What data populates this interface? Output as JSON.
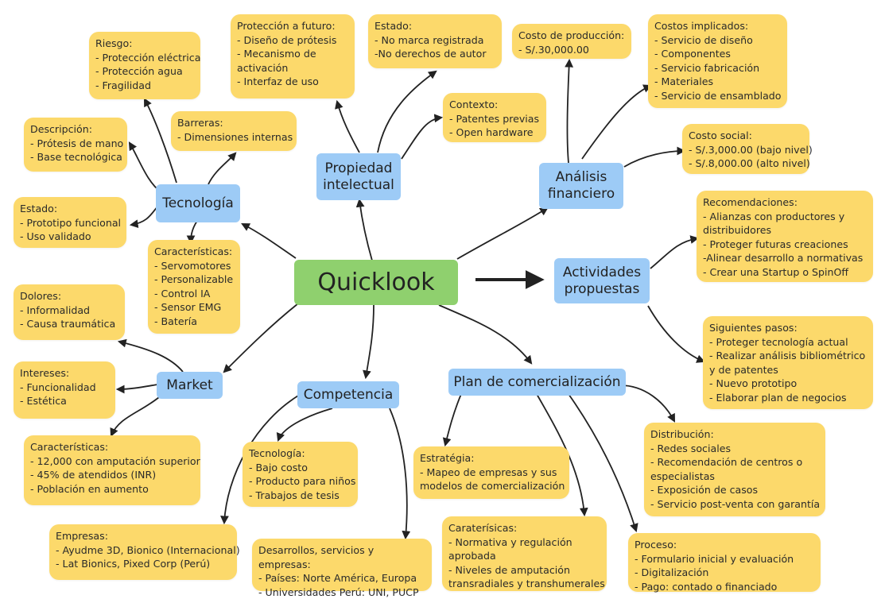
{
  "center": {
    "label": "Quicklook"
  },
  "nodes": {
    "propiedad": {
      "line1": "Propiedad",
      "line2": "intelectual"
    },
    "tecnologia": {
      "label": "Tecnología"
    },
    "analisis": {
      "line1": "Análisis",
      "line2": "financiero"
    },
    "actividades": {
      "line1": "Actividades",
      "line2": "propuestas"
    },
    "market": {
      "label": "Market"
    },
    "competencia": {
      "label": "Competencia"
    },
    "plan": {
      "label": "Plan de comercialización"
    }
  },
  "notes": {
    "proteccion": {
      "title": "Protección a futuro:",
      "items": [
        "- Diseño de prótesis",
        "- Mecanismo de",
        "activación",
        "- Interfaz de uso"
      ]
    },
    "estado_pi": {
      "title": "Estado:",
      "items": [
        "- No marca registrada",
        "-No derechos de autor"
      ]
    },
    "costo_prod": {
      "title": "Costo de producción:",
      "items": [
        "- S/.30,000.00"
      ]
    },
    "costos_impl": {
      "title": "Costos implicados:",
      "items": [
        "- Servicio de diseño",
        "- Componentes",
        "- Servicio fabricación",
        "- Materiales",
        "- Servicio de ensamblado"
      ]
    },
    "riesgo": {
      "title": "Riesgo:",
      "items": [
        "- Protección eléctrica",
        "- Protección agua",
        "- Fragilidad"
      ]
    },
    "contexto": {
      "title": "Contexto:",
      "items": [
        "- Patentes previas",
        "- Open hardware"
      ]
    },
    "descripcion": {
      "title": "Descripción:",
      "items": [
        "- Prótesis de mano",
        "- Base tecnológica"
      ]
    },
    "barreras": {
      "title": "Barreras:",
      "items": [
        "- Dimensiones internas"
      ]
    },
    "costo_social": {
      "title": "Costo social:",
      "items": [
        "- S/.3,000.00 (bajo nivel)",
        "- S/.8,000.00 (alto nivel)"
      ]
    },
    "estado_tec": {
      "title": "Estado:",
      "items": [
        "- Prototipo funcional",
        "- Uso validado"
      ]
    },
    "recomendaciones": {
      "title": "Recomendaciones:",
      "items": [
        "- Alianzas con productores y",
        "distribuidores",
        "- Proteger futuras creaciones",
        "-Alinear desarrollo a normativas",
        "- Crear una Startup o SpinOff"
      ]
    },
    "caracteristicas_tec": {
      "title": "Características:",
      "items": [
        "- Servomotores",
        "- Personalizable",
        "- Control IA",
        "- Sensor EMG",
        "- Batería"
      ]
    },
    "dolores": {
      "title": "Dolores:",
      "items": [
        "- Informalidad",
        "- Causa traumática"
      ]
    },
    "siguientes": {
      "title": "Siguientes pasos:",
      "items": [
        "- Proteger tecnología actual",
        "- Realizar análisis bibliométrico",
        "y de patentes",
        "- Nuevo prototipo",
        "- Elaborar plan de negocios"
      ]
    },
    "intereses": {
      "title": "Intereses:",
      "items": [
        "- Funcionalidad",
        "- Estética"
      ]
    },
    "caracteristicas_mkt": {
      "title": "Características:",
      "items": [
        "- 12,000 con amputación superior",
        "- 45% de atendidos (INR)",
        "- Población en aumento"
      ]
    },
    "tecnologia_comp": {
      "title": "Tecnología:",
      "items": [
        "- Bajo costo",
        "- Producto para niños",
        "- Trabajos de tesis"
      ]
    },
    "estrategia": {
      "title": "Estratégia:",
      "items": [
        "- Mapeo de empresas y sus",
        "modelos de comercialización"
      ]
    },
    "distribucion": {
      "title": "Distribución:",
      "items": [
        "- Redes sociales",
        "- Recomendación de centros o",
        "especialistas",
        "- Exposición de casos",
        "- Servicio post-venta con garantía"
      ]
    },
    "empresas": {
      "title": "Empresas:",
      "items": [
        "- Ayudme 3D, Bionico (Internacional)",
        "- Lat Bionics, Pixed Corp (Perú)"
      ]
    },
    "desarrollos": {
      "title": "Desarrollos, servicios y empresas:",
      "items": [
        "- Países: Norte América, Europa",
        "- Universidades Perú: UNI, PUCP"
      ]
    },
    "carateristicas_plan": {
      "title": "Caraterísicas:",
      "items": [
        "- Normativa y regulación",
        "aprobada",
        "- Niveles de amputación",
        "transradiales y transhumerales"
      ]
    },
    "proceso": {
      "title": "Proceso:",
      "items": [
        "- Formulario inicial y evaluación",
        "- Digitalización",
        "- Pago: contado o financiado"
      ]
    }
  }
}
